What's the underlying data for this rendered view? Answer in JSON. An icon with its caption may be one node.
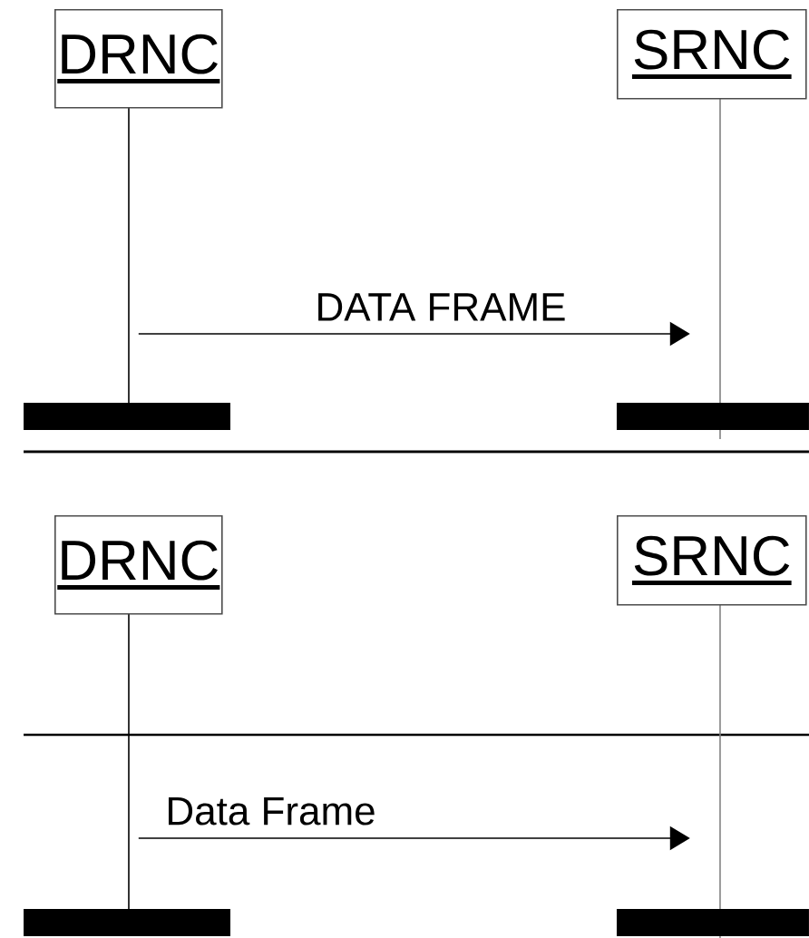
{
  "diagram": {
    "nodes": [
      {
        "text": [
          "DRNC"
        ]
      },
      {
        "text": [
          "SRNC"
        ]
      },
      {
        "text": [
          "DRNC"
        ]
      },
      {
        "text": [
          "SRNC"
        ]
      }
    ],
    "edges": [
      {
        "from": 0,
        "to": 1,
        "arrow": "to",
        "label": "DATA FRAME"
      },
      {
        "from": 2,
        "to": 3,
        "arrow": "to",
        "label": "Data Frame"
      }
    ]
  }
}
